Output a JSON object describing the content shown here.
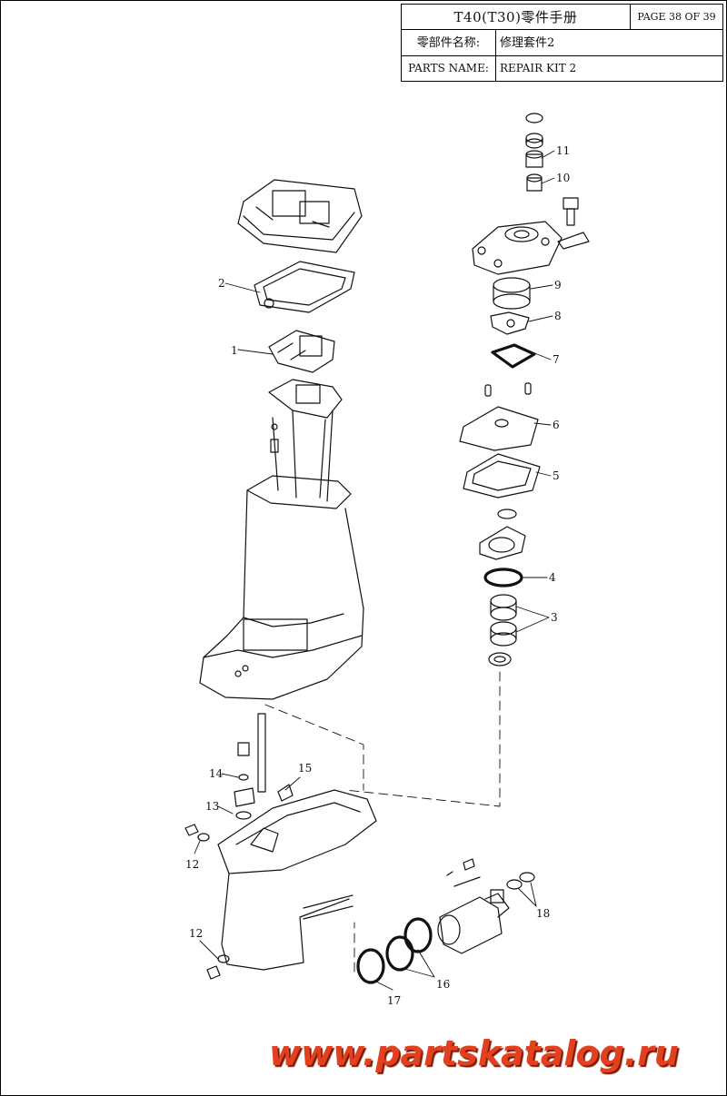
{
  "header": {
    "title": "T40(T30)零件手册",
    "page": "PAGE 38 OF 39",
    "name_label_cn": "零部件名称:",
    "name_value_cn": "修理套件2",
    "name_label_en": "PARTS NAME:",
    "name_value_en": "REPAIR KIT 2"
  },
  "callouts": [
    {
      "id": "c1",
      "label": "1"
    },
    {
      "id": "c2",
      "label": "2"
    },
    {
      "id": "c3",
      "label": "3"
    },
    {
      "id": "c4",
      "label": "4"
    },
    {
      "id": "c5",
      "label": "5"
    },
    {
      "id": "c6",
      "label": "6"
    },
    {
      "id": "c7",
      "label": "7"
    },
    {
      "id": "c8",
      "label": "8"
    },
    {
      "id": "c9",
      "label": "9"
    },
    {
      "id": "c10",
      "label": "10"
    },
    {
      "id": "c11",
      "label": "11"
    },
    {
      "id": "c12a",
      "label": "12"
    },
    {
      "id": "c12b",
      "label": "12"
    },
    {
      "id": "c13",
      "label": "13"
    },
    {
      "id": "c14",
      "label": "14"
    },
    {
      "id": "c15",
      "label": "15"
    },
    {
      "id": "c16",
      "label": "16"
    },
    {
      "id": "c17",
      "label": "17"
    },
    {
      "id": "c18",
      "label": "18"
    }
  ],
  "watermark": "www.partskatalog.ru"
}
